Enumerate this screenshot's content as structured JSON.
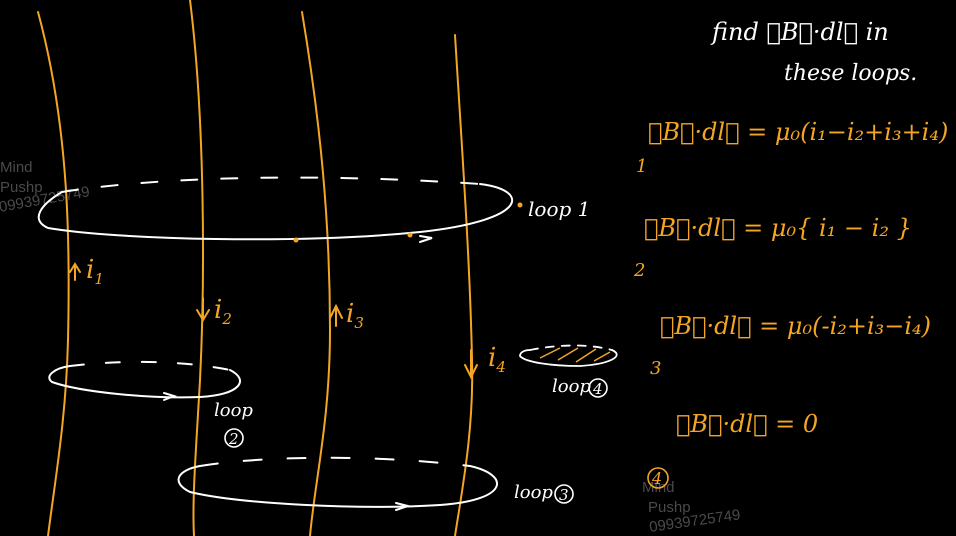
{
  "colors": {
    "background": "#000000",
    "wire": "#f5a524",
    "loop": "#ffffff",
    "annotation": "#ffffff"
  },
  "header": {
    "line1": "find ∮B⃗·dl⃗ in",
    "line2": "these loops."
  },
  "currents": {
    "i1": "i",
    "i1_sub": "1",
    "i2": "i",
    "i2_sub": "2",
    "i3": "i",
    "i3_sub": "3",
    "i4": "i",
    "i4_sub": "4"
  },
  "loops": {
    "loop1": "loop 1",
    "loop2": "loop",
    "loop2_num": "2",
    "loop3": "loop",
    "loop3_num": "3",
    "loop4": "loop",
    "loop4_num": "4"
  },
  "equations": {
    "eq1": "∮B⃗·dl⃗ = μ₀(i₁−i₂+i₃+i₄)",
    "eq1_num": "1",
    "eq2": "∮B⃗·dl⃗ = μ₀{ i₁ − i₂ }",
    "eq2_num": "2",
    "eq3": "∮B⃗·dl⃗ = μ₀(-i₂+i₃−i₄)",
    "eq3_num": "3",
    "eq4": "∮B⃗·dl⃗ = 0",
    "eq4_num": "4"
  },
  "watermark": {
    "line1": "Mind",
    "line2": "Pushp",
    "line3": "09939725749"
  }
}
